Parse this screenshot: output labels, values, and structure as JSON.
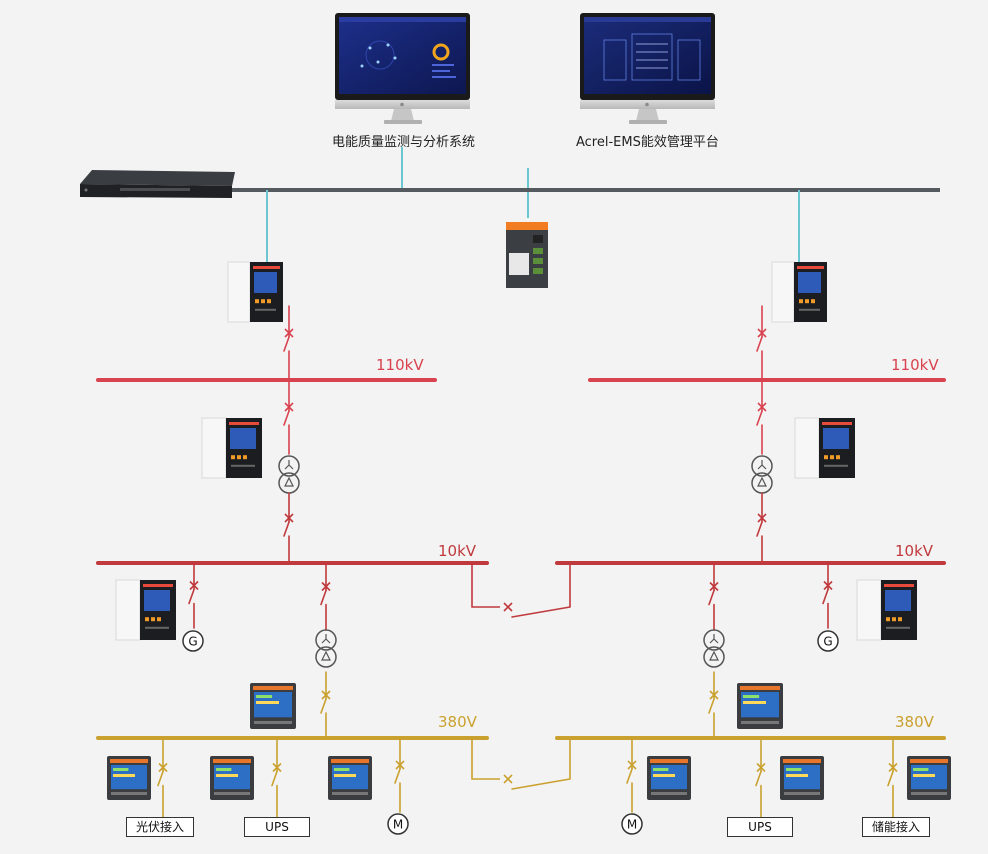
{
  "monitors": {
    "left_caption": "电能质量监测与分析系统",
    "right_caption": "Acrel-EMS能效管理平台"
  },
  "buses": {
    "hv_left": "110kV",
    "hv_right": "110kV",
    "mv_left": "10kV",
    "mv_right": "10kV",
    "lv_left": "380V",
    "lv_right": "380V"
  },
  "loads": {
    "pv": "光伏接入",
    "ups_left": "UPS",
    "motor_left": "M",
    "motor_right": "M",
    "ups_right": "UPS",
    "storage": "储能接入"
  },
  "generators": {
    "left": "G",
    "right": "G"
  },
  "colors": {
    "hv": "#d9424f",
    "mv": "#c0393c",
    "lv": "#caa12e",
    "network": "#555a60",
    "comm": "#6cc6d2"
  }
}
